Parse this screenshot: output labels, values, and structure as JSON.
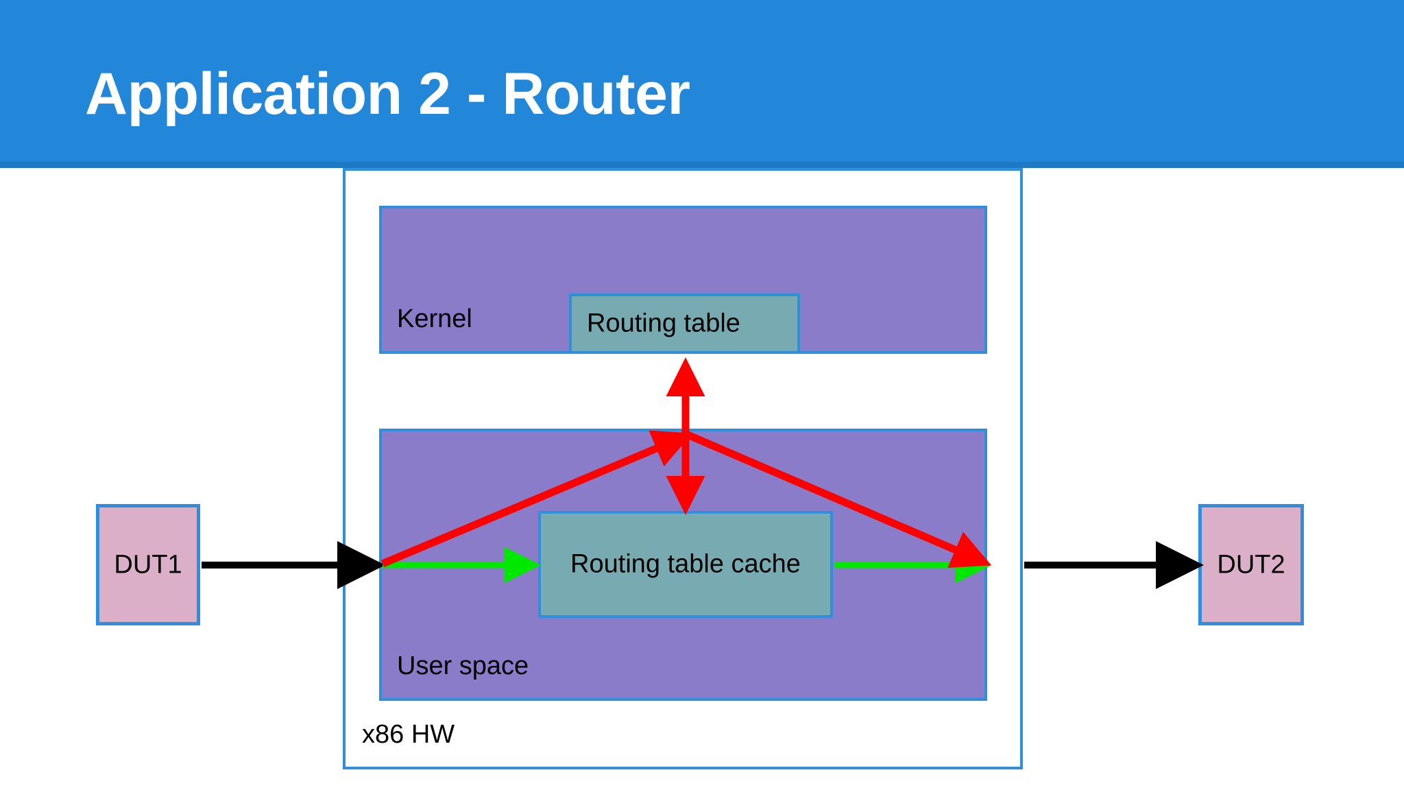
{
  "header": {
    "title": "Application 2 - Router",
    "background_color": "#2287d8",
    "underline_color": "#1d79c4",
    "title_color": "#ffffff"
  },
  "diagram": {
    "type": "block-diagram",
    "outer_container": {
      "label": "x86 HW",
      "border_color": "#2f8fdc",
      "fill": "none"
    },
    "blocks": [
      {
        "name": "dut1",
        "label": "DUT1",
        "fill_color": "#dbafc8",
        "border_color": "#2f8fdc"
      },
      {
        "name": "dut2",
        "label": "DUT2",
        "fill_color": "#dbafc8",
        "border_color": "#2f8fdc"
      },
      {
        "name": "kernel",
        "label": "Kernel",
        "fill_color": "#8a7cc8",
        "border_color": "#2f8fdc"
      },
      {
        "name": "routing-table",
        "label": "Routing table",
        "fill_color": "#78abb1",
        "border_color": "#2f8fdc"
      },
      {
        "name": "user-space",
        "label": "User space",
        "fill_color": "#8a7cc8",
        "border_color": "#2f8fdc"
      },
      {
        "name": "routing-table-cache",
        "label": "Routing table cache",
        "fill_color": "#78abb1",
        "border_color": "#2f8fdc"
      }
    ],
    "connections": [
      {
        "name": "dut1-to-router",
        "from": "DUT1",
        "to": "x86 HW",
        "color": "#000000",
        "style": "solid-arrow"
      },
      {
        "name": "router-to-dut2",
        "from": "x86 HW",
        "to": "DUT2",
        "color": "#000000",
        "style": "solid-arrow"
      },
      {
        "name": "ingress-to-cache",
        "from": "user space ingress",
        "to": "Routing table cache",
        "color": "#00e800",
        "style": "solid-arrow"
      },
      {
        "name": "cache-to-egress",
        "from": "Routing table cache",
        "to": "user space egress",
        "color": "#00e800",
        "style": "solid-arrow"
      },
      {
        "name": "ingress-to-lookup",
        "from": "user space ingress",
        "to": "lookup junction",
        "color": "#fe0000",
        "style": "solid-arrow"
      },
      {
        "name": "lookup-to-egress",
        "from": "lookup junction",
        "to": "user space egress",
        "color": "#fe0000",
        "style": "solid-arrow"
      },
      {
        "name": "kernel-lookup-bidirectional",
        "from": "Routing table",
        "to": "lookup junction",
        "color": "#fe0000",
        "style": "double-headed-arrow"
      }
    ]
  }
}
